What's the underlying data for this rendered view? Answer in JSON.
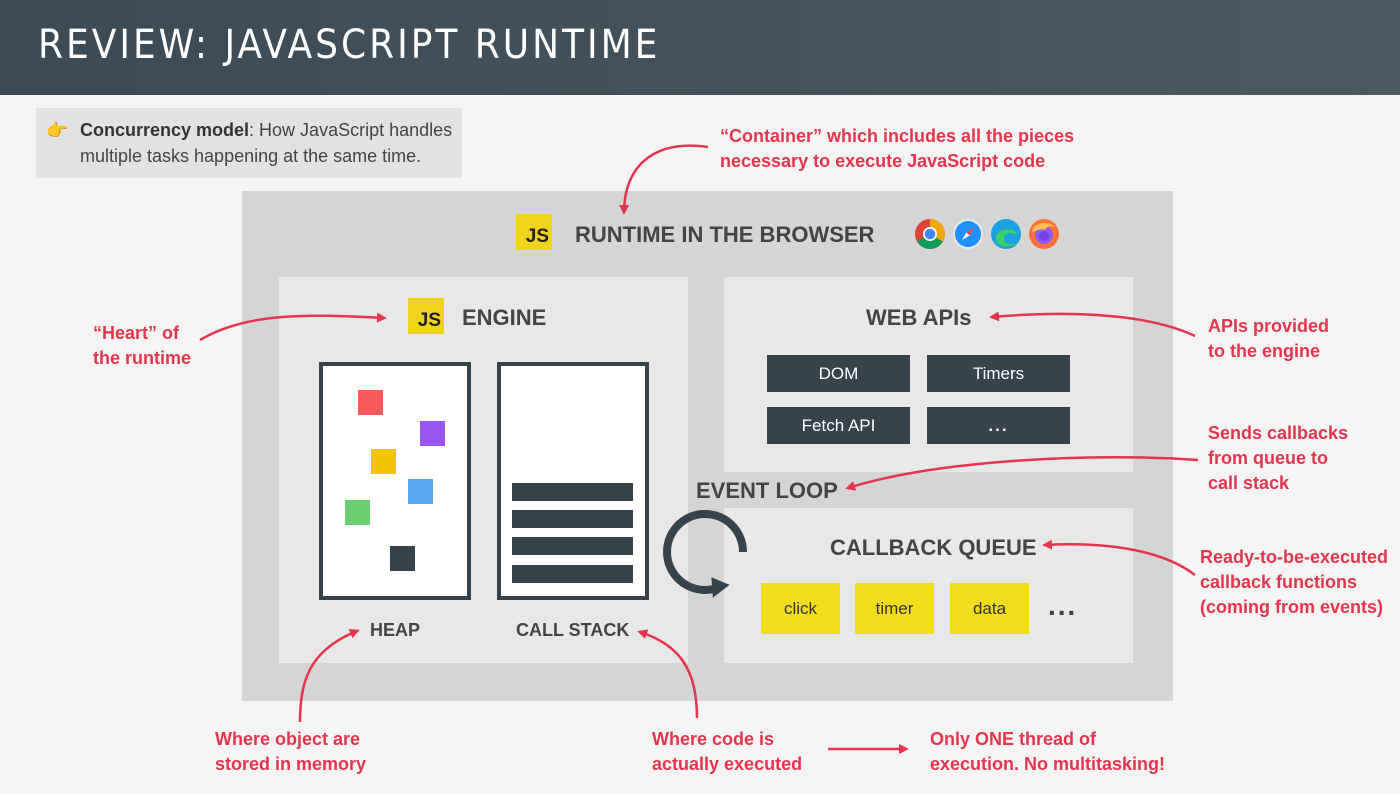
{
  "header": {
    "title": "Review: JavaScript Runtime"
  },
  "note": {
    "icon": "pointing-hand-icon",
    "term": "Concurrency model",
    "text": ": How JavaScript handles multiple tasks happening at the same time."
  },
  "runtime": {
    "logo": "JS",
    "title": "RUNTIME IN THE BROWSER",
    "browsers": [
      "chrome-icon",
      "safari-icon",
      "edge-icon",
      "firefox-icon"
    ]
  },
  "engine": {
    "logo": "JS",
    "title": "ENGINE",
    "heap_label": "HEAP",
    "stack_label": "CALL STACK"
  },
  "web_apis": {
    "title": "WEB APIs",
    "items": [
      "DOM",
      "Timers",
      "Fetch API",
      "..."
    ]
  },
  "event_loop": {
    "title": "EVENT LOOP"
  },
  "callback_queue": {
    "title": "CALLBACK QUEUE",
    "items": [
      "click",
      "timer",
      "data"
    ],
    "more": "..."
  },
  "annotations": {
    "container": "“Container” which includes all the pieces necessary to execute JavaScript code",
    "heart_line1": "“Heart” of",
    "heart_line2": "the runtime",
    "apis_line1": "APIs provided",
    "apis_line2": "to the engine",
    "sends_line1": "Sends callbacks",
    "sends_line2": "from queue to",
    "sends_line3": "call stack",
    "ready_line1": "Ready-to-be-executed",
    "ready_line2": "callback functions",
    "ready_line3": "(coming from events)",
    "heap_line1": "Where object are",
    "heap_line2": "stored in memory",
    "stack_line1": "Where code is",
    "stack_line2": "actually executed",
    "thread_line1": "Only ONE thread of",
    "thread_line2": "execution. No multitasking!"
  },
  "colors": {
    "accent_red": "#e4354d",
    "dark": "#36434b",
    "js_yellow": "#f0d31d",
    "heap_objects": [
      "#fa5a5a",
      "#9955ee",
      "#f5c400",
      "#5aa5f0",
      "#6cd070",
      "#36434b"
    ]
  }
}
